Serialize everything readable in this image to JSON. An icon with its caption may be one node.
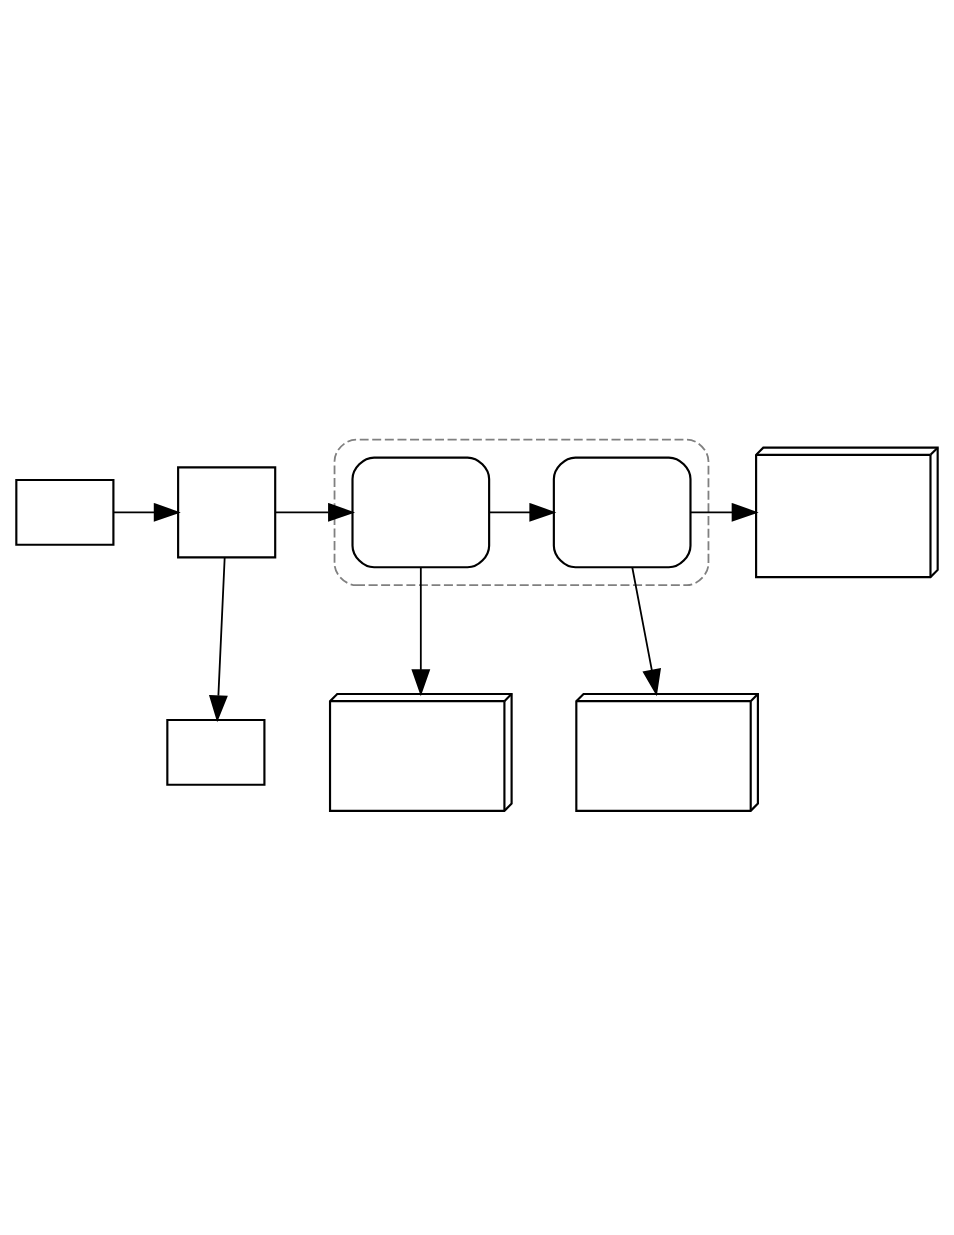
{
  "diagram": {
    "nodes": [
      {
        "text": [],
        "shape": "box"
      },
      {
        "text": [],
        "shape": "box"
      },
      {
        "text": [],
        "shape": "box"
      },
      {
        "text": [],
        "shape": "box",
        "in": 2
      },
      {
        "text": [],
        "shape": "box",
        "in": 2
      },
      {
        "text": [],
        "shape": "box"
      },
      {
        "text": [],
        "shape": "stack"
      },
      {
        "text": [],
        "shape": "stack"
      },
      {
        "text": [],
        "shape": "stack"
      }
    ],
    "edges": [
      {
        "from": 0,
        "to": 1,
        "arrow": "to"
      },
      {
        "from": 1,
        "to": 3,
        "arrow": "to"
      },
      {
        "from": 3,
        "to": 4,
        "arrow": "to"
      },
      {
        "from": 4,
        "to": 8,
        "arrow": "to"
      },
      {
        "from": 1,
        "to": 5,
        "arrow": "to"
      },
      {
        "from": 3,
        "to": 6,
        "arrow": "to"
      },
      {
        "from": 4,
        "to": 7,
        "arrow": "to"
      }
    ]
  }
}
